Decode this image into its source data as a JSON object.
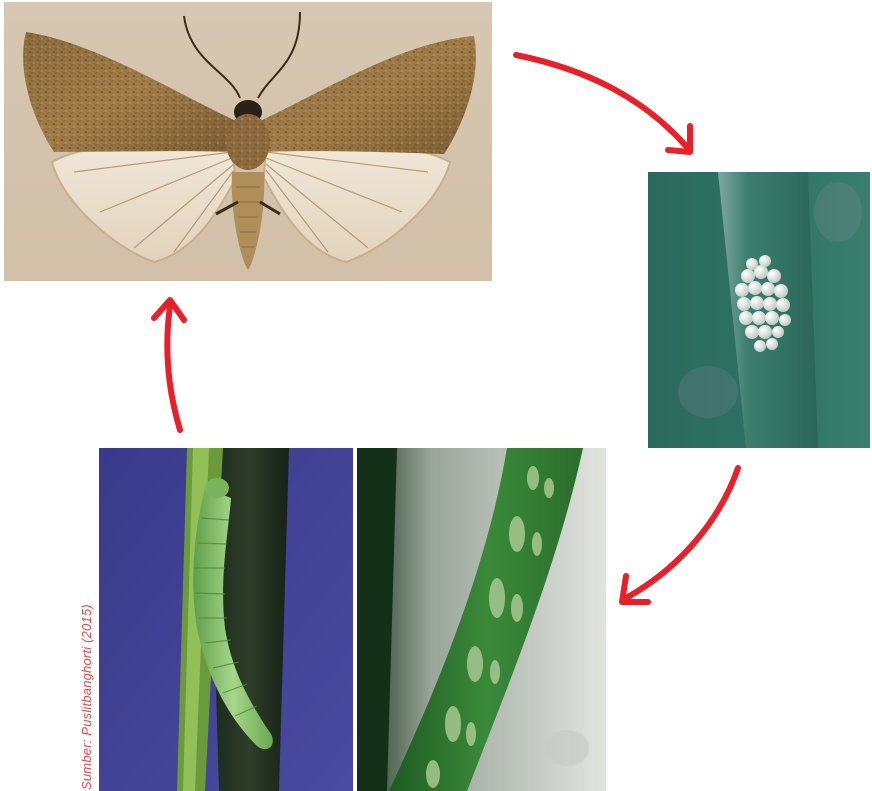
{
  "source_credit": "Sumber: Puslitbanghorti (2015)",
  "colors": {
    "arrow": "#e8202a",
    "credit_text": "#e0494a",
    "moth_background": "#d8c9b4",
    "eggs_background": "#2e6e60",
    "larva_background": "#3c3c8e",
    "leaf_background": "#d9dcd8"
  },
  "stages": [
    "moth",
    "egg-cluster",
    "larva",
    "damaged-leaf"
  ]
}
